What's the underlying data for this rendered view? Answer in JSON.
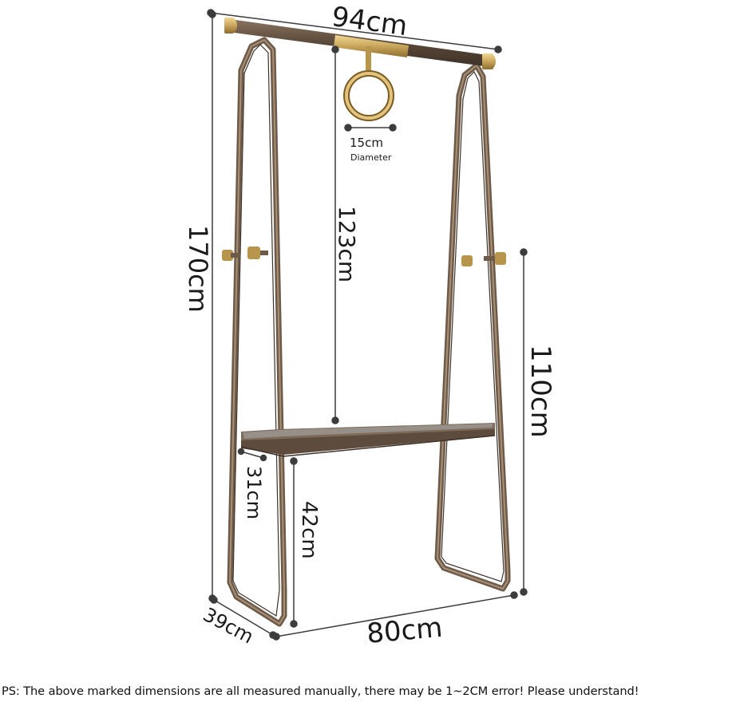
{
  "dimensions": {
    "top_width": "94cm",
    "ring_diameter_value": "15cm",
    "ring_diameter_label": "Diameter",
    "hang_height": "123cm",
    "total_height": "170cm",
    "shelf_height": "110cm",
    "shelf_depth": "31cm",
    "shelf_floor": "42cm",
    "base_depth": "39cm",
    "base_width": "80cm"
  },
  "note": "PS: The above marked dimensions are all measured manually, there may be 1~2CM error! Please understand!",
  "colors": {
    "frame": "#7a6552",
    "frame_dark": "#4e3f33",
    "gold": "#c9a55a",
    "glass": "#8d8882",
    "dimension_line": "#444444"
  }
}
